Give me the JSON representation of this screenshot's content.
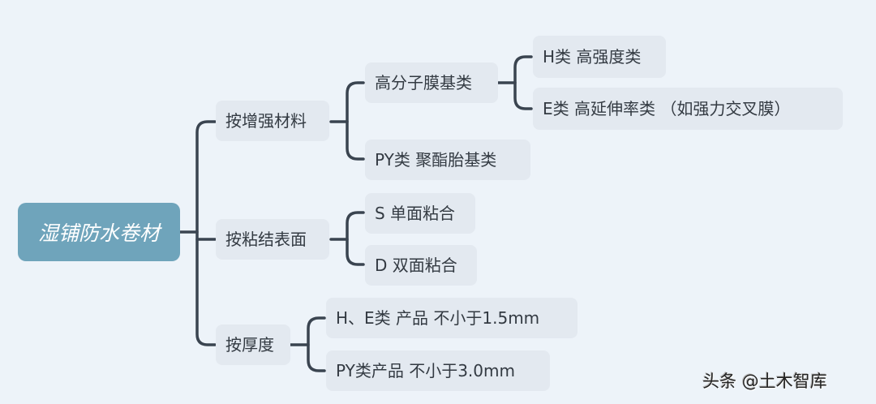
{
  "mindmap": {
    "root": "湿铺防水卷材",
    "branches": [
      {
        "label": "按增强材料",
        "children": [
          {
            "label": "高分子膜基类",
            "children": [
              {
                "label": "H类 高强度类"
              },
              {
                "label": "E类 高延伸率类 （如强力交叉膜）"
              }
            ]
          },
          {
            "label": "PY类 聚酯胎基类"
          }
        ]
      },
      {
        "label": "按粘结表面",
        "children": [
          {
            "label": "S 单面粘合"
          },
          {
            "label": "D 双面粘合"
          }
        ]
      },
      {
        "label": "按厚度",
        "children": [
          {
            "label": "H、E类 产品 不小于1.5mm"
          },
          {
            "label": "PY类产品 不小于3.0mm"
          }
        ]
      }
    ]
  },
  "watermark": "头条 @土木智库",
  "colors": {
    "background": "#edf3f9",
    "root_fill": "#6fa4bb",
    "node_fill": "#e3e9f0",
    "line": "#3a4450",
    "text": "#333a42"
  }
}
